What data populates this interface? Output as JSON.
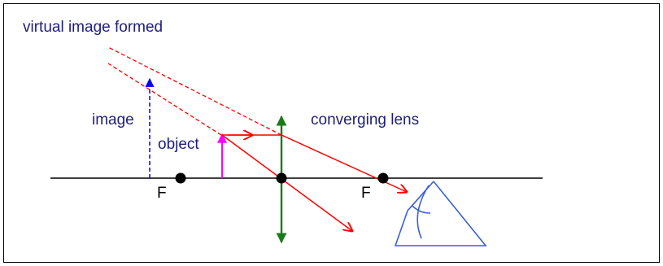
{
  "labels": {
    "title": "virtual image formed",
    "image": "image",
    "object": "object",
    "lens": "converging lens",
    "focal_left": "F",
    "focal_right": "F"
  },
  "colors": {
    "frame": "#000000",
    "axis": "#000000",
    "rays": "#ff0000",
    "virtual_rays": "#ff0000",
    "lens": "#1a7a1a",
    "object_arrow": "#ff00ff",
    "image_arrow": "#0000ff",
    "eye": "#3a5fd9",
    "text": "#1f1f7a",
    "focal_points": "#000000"
  },
  "icons": {
    "eye": "eye-icon",
    "lens": "double-arrow-lens-icon"
  }
}
